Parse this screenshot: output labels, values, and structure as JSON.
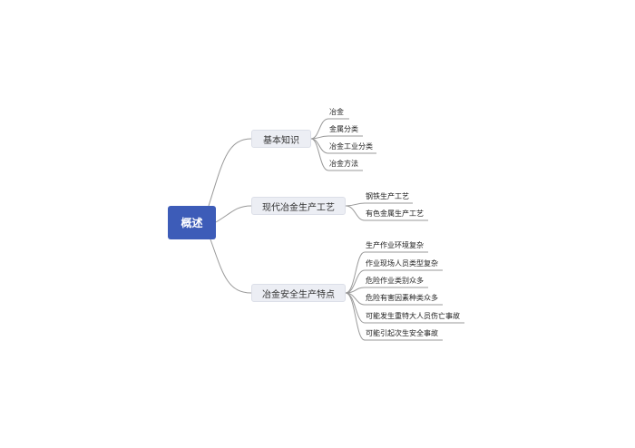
{
  "root": {
    "label": "概述",
    "color": "#3d5cb8"
  },
  "branches": [
    {
      "label": "基本知识",
      "children": [
        "冶金",
        "金属分类",
        "冶金工业分类",
        "冶金方法"
      ]
    },
    {
      "label": "现代冶金生产工艺",
      "children": [
        "钢铁生产工艺",
        "有色金属生产工艺"
      ]
    },
    {
      "label": "冶金安全生产特点",
      "children": [
        "生产作业环境复杂",
        "作业现场人员类型复杂",
        "危险作业类别众多",
        "危险有害因素种类众多",
        "可能发生重特大人员伤亡事故",
        "可能引起次生安全事故"
      ]
    }
  ]
}
